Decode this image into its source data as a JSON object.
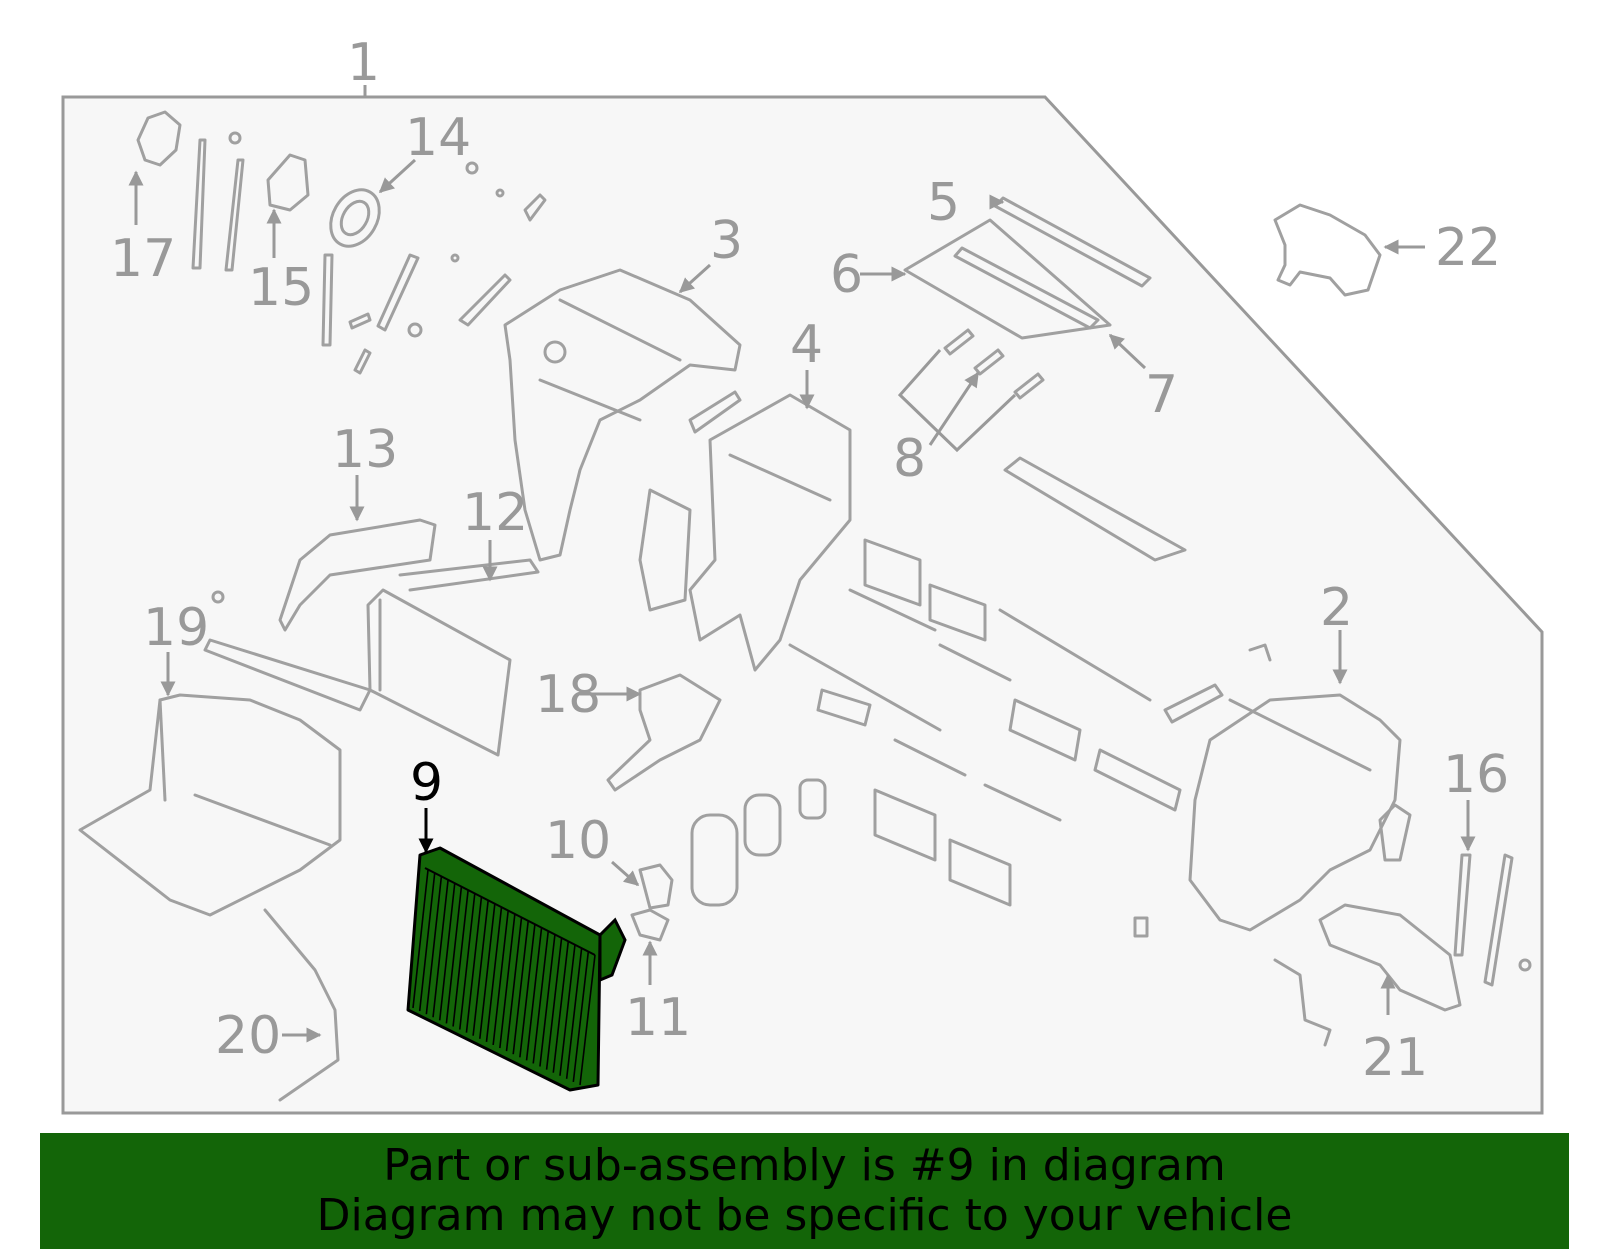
{
  "diagram": {
    "title_callout": "1",
    "highlighted_part": "9",
    "colors": {
      "outline": "#999999",
      "panel_fill": "#f7f7f7",
      "highlight_fill": "#136508",
      "highlight_stroke": "#000000",
      "banner_bg": "#136508"
    },
    "callouts": [
      {
        "id": "1",
        "label": "1"
      },
      {
        "id": "2",
        "label": "2"
      },
      {
        "id": "3",
        "label": "3"
      },
      {
        "id": "4",
        "label": "4"
      },
      {
        "id": "5",
        "label": "5"
      },
      {
        "id": "6",
        "label": "6"
      },
      {
        "id": "7",
        "label": "7"
      },
      {
        "id": "8",
        "label": "8"
      },
      {
        "id": "9",
        "label": "9"
      },
      {
        "id": "10",
        "label": "10"
      },
      {
        "id": "11",
        "label": "11"
      },
      {
        "id": "12",
        "label": "12"
      },
      {
        "id": "13",
        "label": "13"
      },
      {
        "id": "14",
        "label": "14"
      },
      {
        "id": "15",
        "label": "15"
      },
      {
        "id": "16",
        "label": "16"
      },
      {
        "id": "17",
        "label": "17"
      },
      {
        "id": "18",
        "label": "18"
      },
      {
        "id": "19",
        "label": "19"
      },
      {
        "id": "20",
        "label": "20"
      },
      {
        "id": "21",
        "label": "21"
      },
      {
        "id": "22",
        "label": "22"
      }
    ]
  },
  "banner": {
    "line1": "Part or sub-assembly is #9 in diagram",
    "line2": "Diagram may not be specific to your vehicle"
  }
}
